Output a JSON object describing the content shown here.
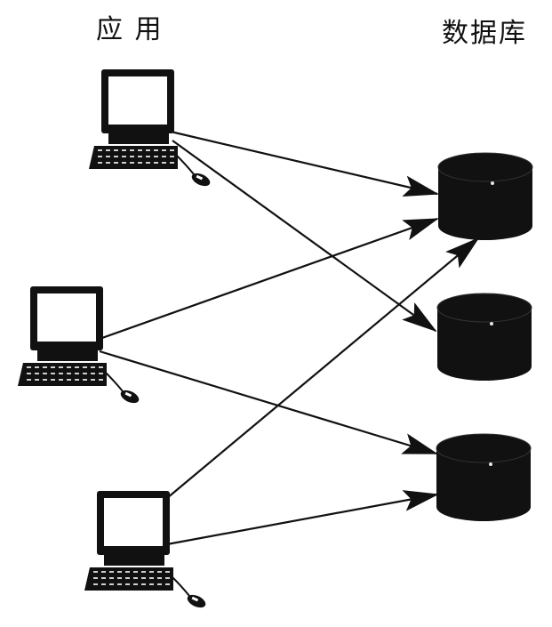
{
  "labels": {
    "applications": "应 用",
    "databases": "数据库"
  },
  "applications": [
    {
      "id": "app-1"
    },
    {
      "id": "app-2"
    },
    {
      "id": "app-3"
    }
  ],
  "databases": [
    {
      "id": "db-1"
    },
    {
      "id": "db-2"
    },
    {
      "id": "db-3"
    }
  ],
  "connections": [
    {
      "from": "app-1",
      "to": "db-1"
    },
    {
      "from": "app-1",
      "to": "db-2"
    },
    {
      "from": "app-2",
      "to": "db-1"
    },
    {
      "from": "app-2",
      "to": "db-3"
    },
    {
      "from": "app-3",
      "to": "db-1"
    },
    {
      "from": "app-3",
      "to": "db-3"
    }
  ],
  "colors": {
    "ink": "#111111",
    "screen": "#ffffff",
    "background": "#ffffff"
  }
}
